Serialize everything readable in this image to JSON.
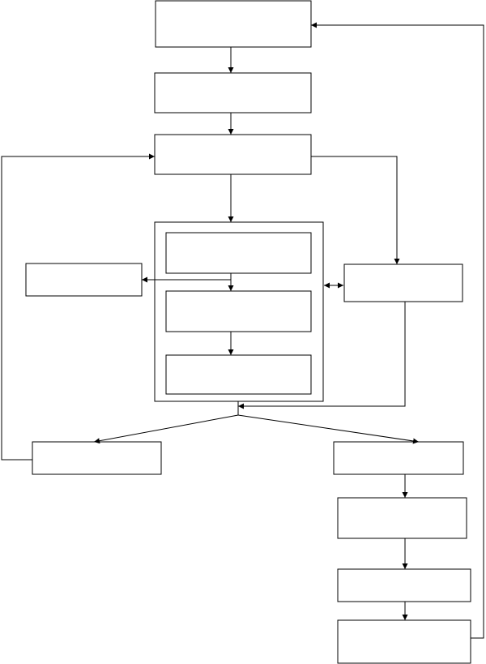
{
  "diagram": {
    "stroke_color": "#000000",
    "background_color": "#ffffff",
    "boxes": [
      {
        "id": "box-1",
        "label": ""
      },
      {
        "id": "box-2",
        "label": ""
      },
      {
        "id": "box-3",
        "label": ""
      },
      {
        "id": "inner-box-1",
        "label": ""
      },
      {
        "id": "inner-box-2",
        "label": ""
      },
      {
        "id": "inner-box-3",
        "label": ""
      },
      {
        "id": "left-side-box",
        "label": ""
      },
      {
        "id": "right-side-box",
        "label": ""
      },
      {
        "id": "bottom-left-box",
        "label": ""
      },
      {
        "id": "bottom-right-box-1",
        "label": ""
      },
      {
        "id": "bottom-right-box-2",
        "label": ""
      },
      {
        "id": "bottom-right-box-3",
        "label": ""
      },
      {
        "id": "bottom-right-box-4",
        "label": ""
      }
    ]
  }
}
